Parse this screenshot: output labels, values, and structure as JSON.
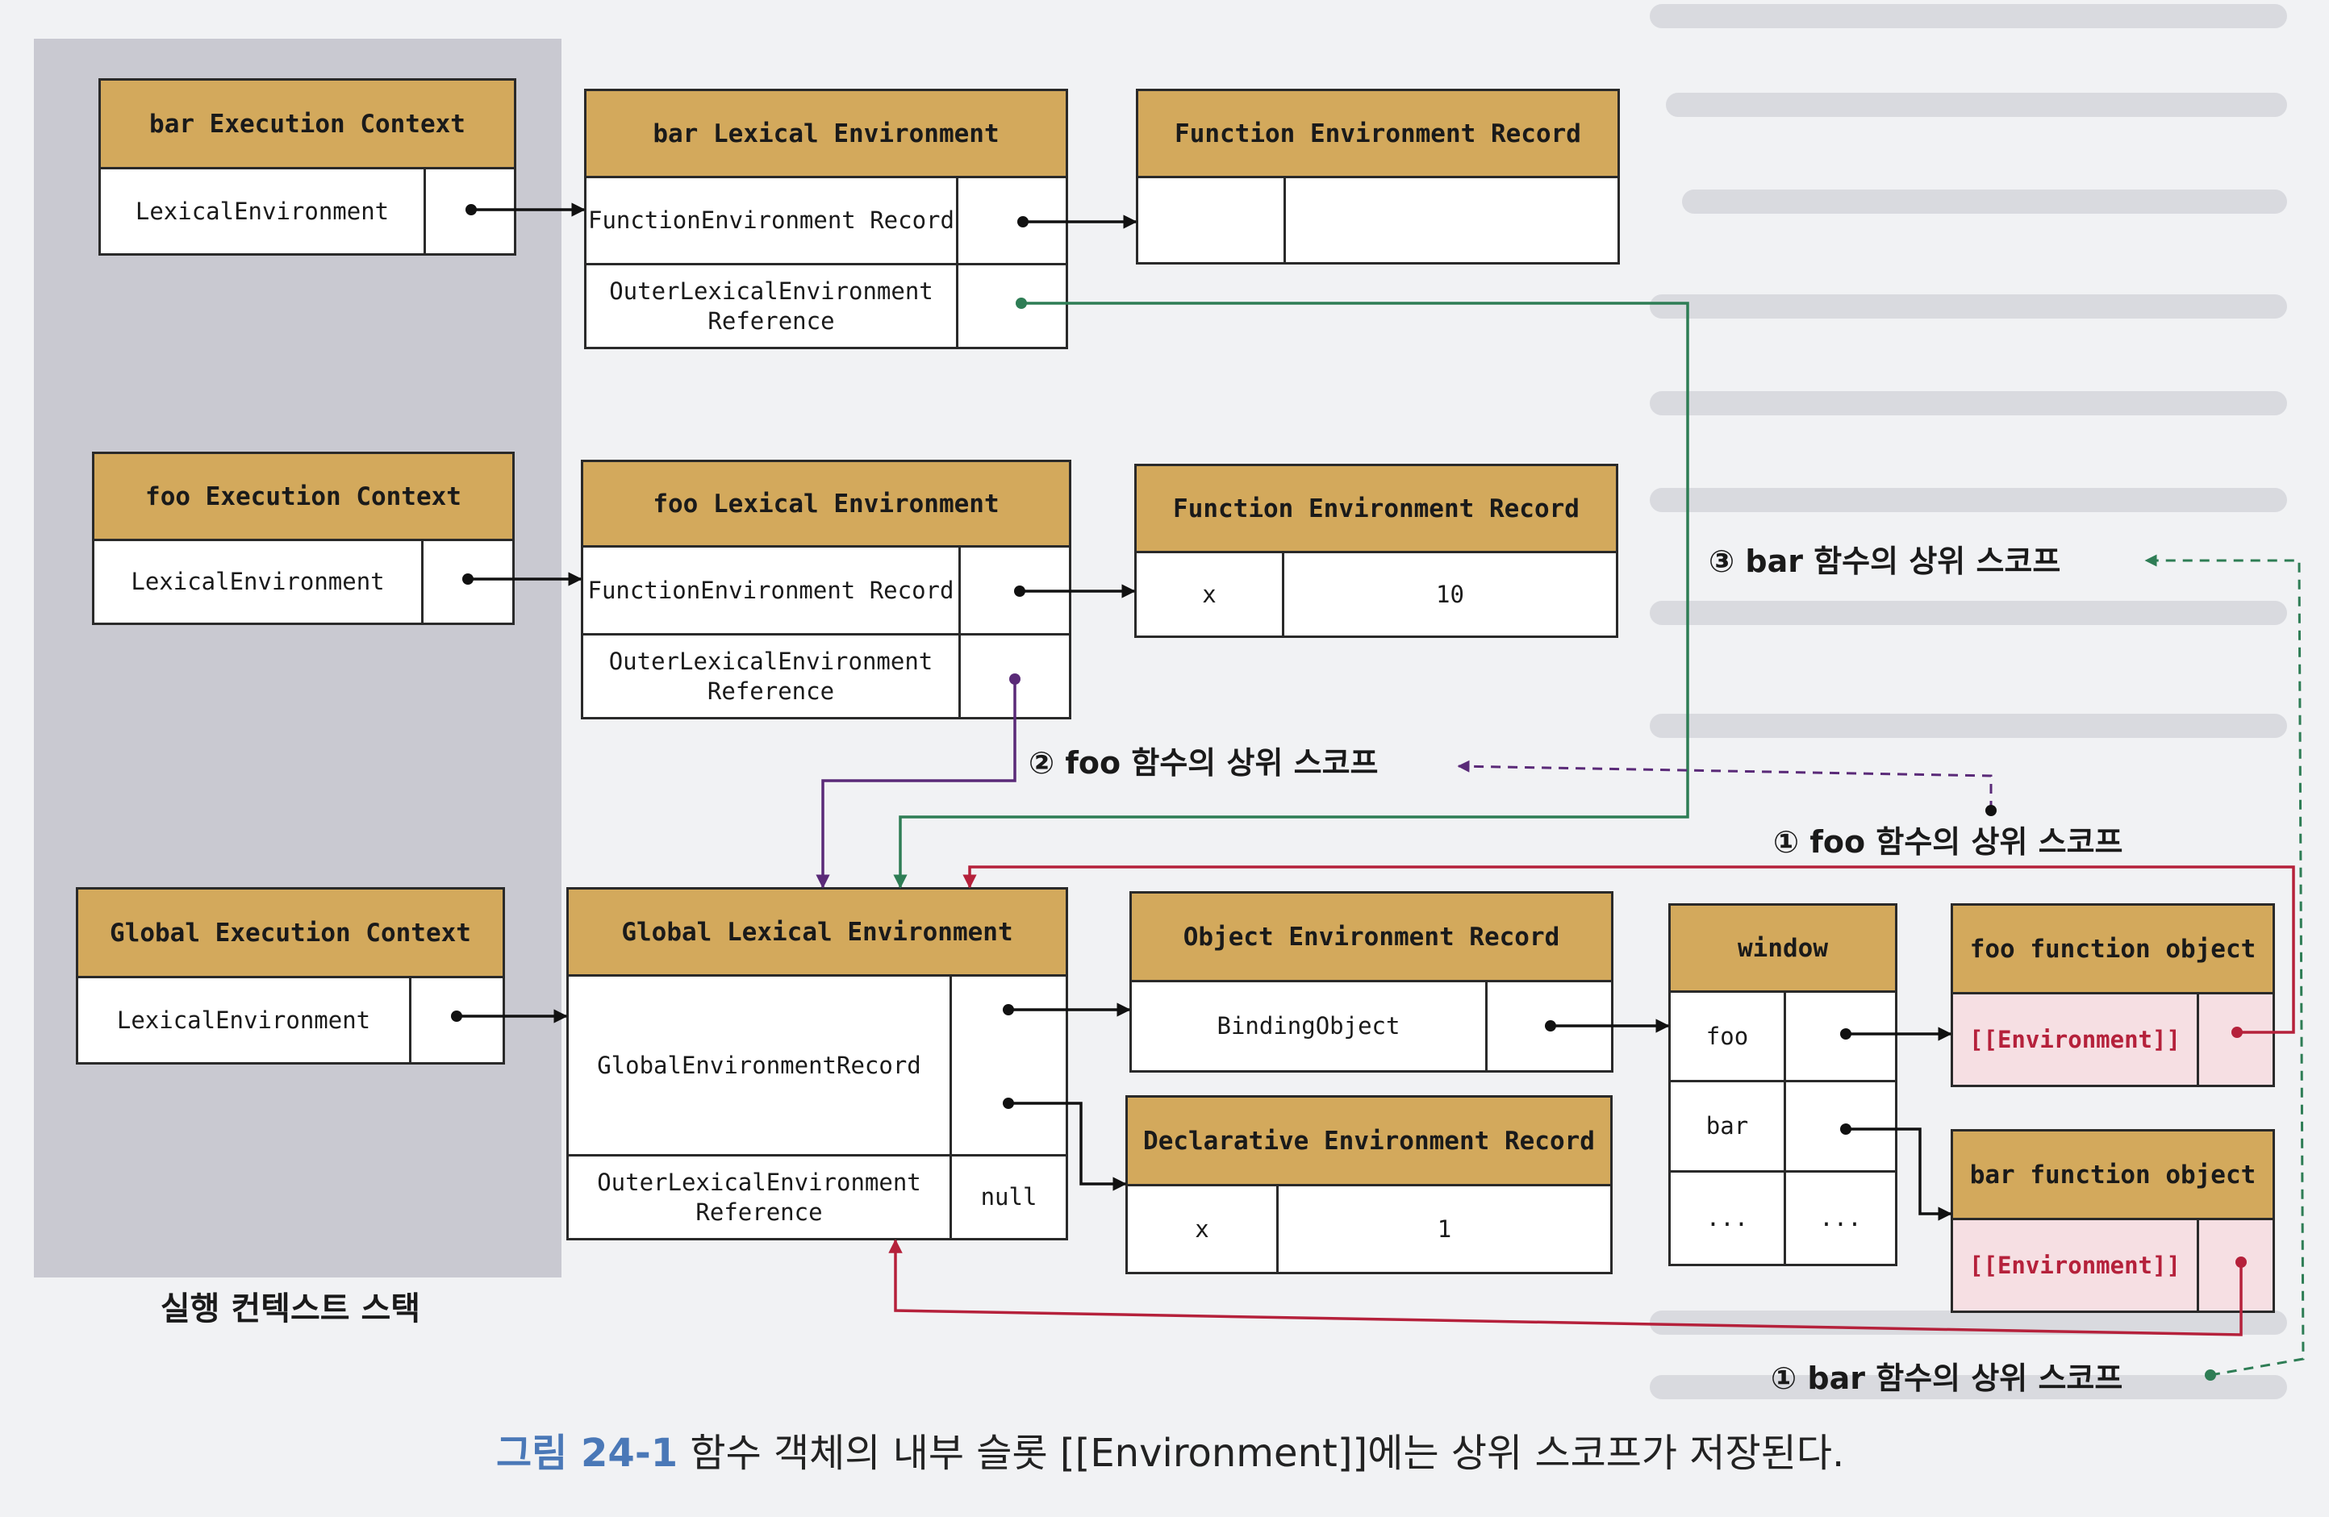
{
  "stack_label": "실행 컨텍스트 스택",
  "bar_ec": {
    "title": "bar Execution Context",
    "lexenv": "LexicalEnvironment"
  },
  "foo_ec": {
    "title": "foo Execution Context",
    "lexenv": "LexicalEnvironment"
  },
  "global_ec": {
    "title": "Global Execution Context",
    "lexenv": "LexicalEnvironment"
  },
  "bar_le": {
    "title": "bar Lexical Environment",
    "fer": "FunctionEnvironment Record",
    "outer": "OuterLexicalEnvironment Reference"
  },
  "foo_le": {
    "title": "foo Lexical Environment",
    "fer": "FunctionEnvironment Record",
    "outer": "OuterLexicalEnvironment Reference"
  },
  "global_le": {
    "title": "Global Lexical Environment",
    "ger": "GlobalEnvironmentRecord",
    "outer": "OuterLexicalEnvironment Reference",
    "outer_value": "null"
  },
  "bar_fer": {
    "title": "Function Environment Record"
  },
  "foo_fer": {
    "title": "Function Environment Record",
    "key": "x",
    "value": "10"
  },
  "object_er": {
    "title": "Object Environment Record",
    "binding": "BindingObject"
  },
  "declarative_er": {
    "title": "Declarative Environment Record",
    "key": "x",
    "value": "1"
  },
  "window": {
    "title": "window",
    "rows": [
      "foo",
      "bar",
      "...",
      "..."
    ]
  },
  "foo_fn": {
    "title": "foo function object",
    "slot": "[[Environment]]"
  },
  "bar_fn": {
    "title": "bar function object",
    "slot": "[[Environment]]"
  },
  "annotations": {
    "bar_upper": "③ bar 함수의 상위 스코프",
    "foo_upper_2": "② foo 함수의 상위 스코프",
    "foo_upper_1": "① foo 함수의 상위 스코프",
    "bar_upper_1": "① bar 함수의 상위 스코프"
  },
  "caption": {
    "number": "그림 24-1",
    "text": " 함수 객체의 내부 슬롯 [[Environment]]에는 상위 스코프가 저장된다."
  },
  "colors": {
    "header": "#d3a95c",
    "stack_bg": "#c9c9d1",
    "green": "#2e7d55",
    "purple": "#5a2a78",
    "red": "#b5213b",
    "pink": "#f6dfe3"
  }
}
